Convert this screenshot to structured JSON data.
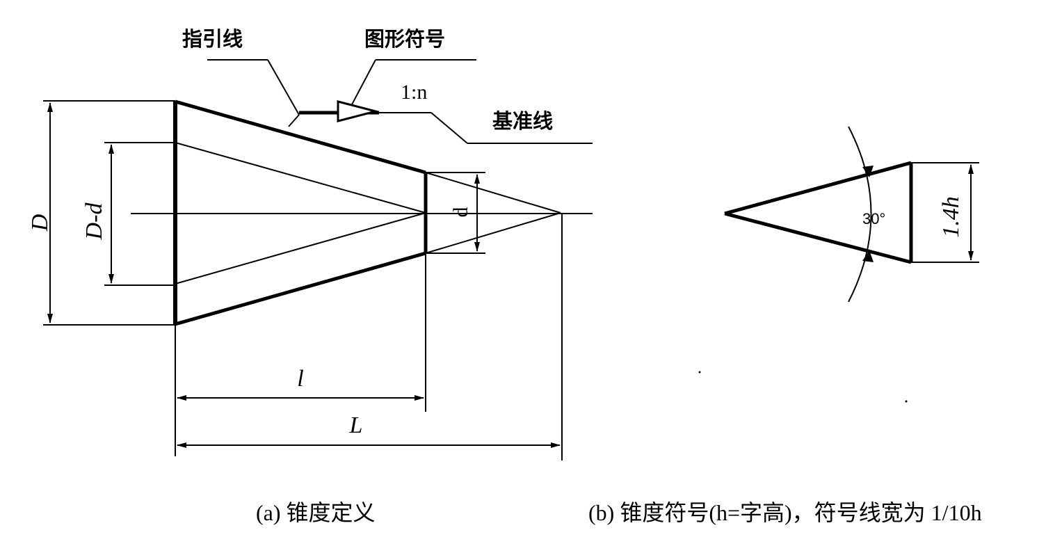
{
  "labels": {
    "leader_line": "指引线",
    "graphic_symbol": "图形符号",
    "ratio": "1:n",
    "datum_line": "基准线",
    "dim_D": "D",
    "dim_Dd": "D-d",
    "dim_d": "d",
    "dim_l": "l",
    "dim_L": "L",
    "angle": "30°",
    "height": "1.4h"
  },
  "captions": {
    "a": "(a)  锥度定义",
    "b": "(b)  锥度符号(h=字高)，符号线宽为 1/10h"
  }
}
